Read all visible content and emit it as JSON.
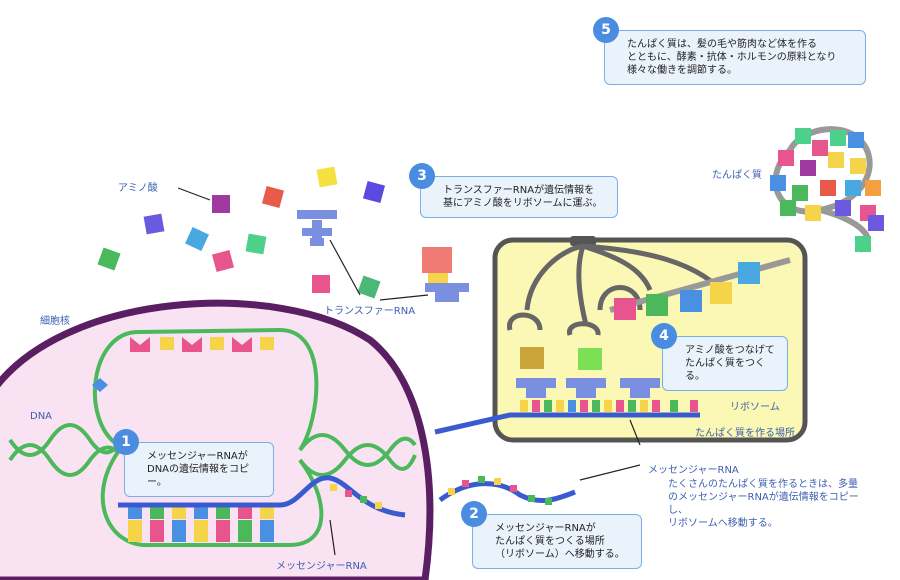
{
  "labels": {
    "amino_acid": "アミノ酸",
    "protein": "たんぱく質",
    "transfer_rna": "トランスファーRNA",
    "nucleus": "細胞核",
    "dna": "DNA",
    "mrna_nucleus": "メッセンジャーRNA",
    "mrna_cytoplasm": "メッセンジャーRNA",
    "ribosome": "リボソーム",
    "ribosome_sub": "たんぱく質を作る場所"
  },
  "steps": [
    {
      "num": "1",
      "text": "メッセンジャーRNAが\nDNAの遺伝情報をコピー。"
    },
    {
      "num": "2",
      "text": "メッセンジャーRNAが\nたんぱく質をつくる場所\n（リボソーム）へ移動する。"
    },
    {
      "num": "3",
      "text": "トランスファーRNAが遺伝情報を\n基にアミノ酸をリボソームに運ぶ。"
    },
    {
      "num": "4",
      "text": "アミノ酸をつなげて\nたんぱく質をつくる。"
    },
    {
      "num": "5",
      "text": "たんぱく質は、髪の毛や筋肉など体を作る\nとともに、酵素・抗体・ホルモンの原料となり\n様々な働きを調節する。"
    }
  ],
  "note": "たくさんのたんぱく質を作るときは、多量\nのメッセンジャーRNAが遺伝情報をコピー\nし、\nリボソームへ移動する。",
  "colors": {
    "nucleus_fill": "#f9e3f3",
    "nucleus_border": "#5a1f63",
    "dna": "#4cb85c",
    "mrna": "#3a5bd0",
    "ribosome_fill": "#fbf7b4",
    "ribosome_border": "#555555",
    "callout_bg": "#eaf2fb",
    "callout_border": "#7ab0e6",
    "label": "#3b5fae"
  }
}
